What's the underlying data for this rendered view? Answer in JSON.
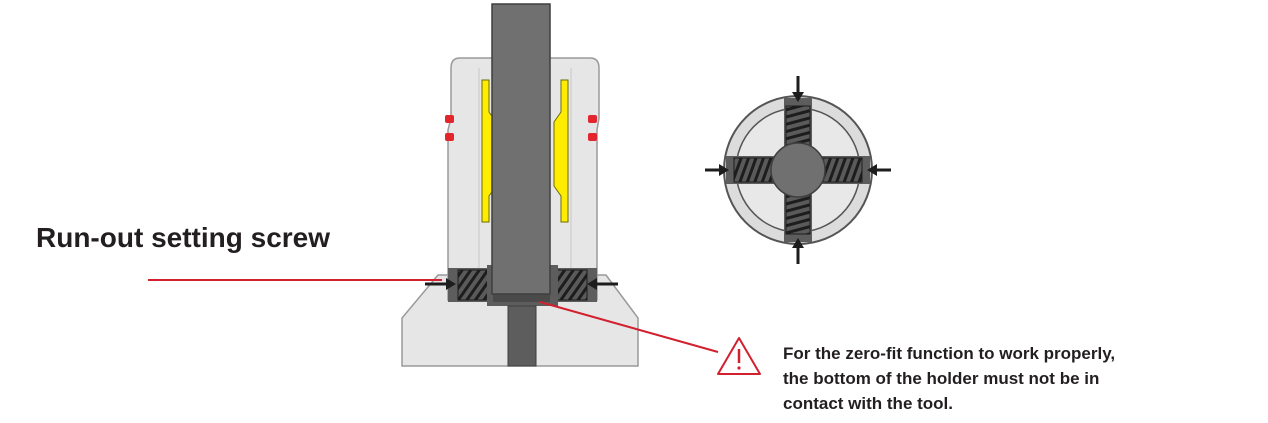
{
  "labels": {
    "runout_screw": "Run-out setting screw"
  },
  "warning": {
    "icon": "warning-triangle-icon",
    "lines": [
      "For the zero-fit function to work properly,",
      "the bottom of the holder must not be in",
      "contact with the tool."
    ]
  },
  "colors": {
    "leader_line": "#d2202f",
    "holder_body": "#e6e6e6",
    "tool_shank": "#707070",
    "clamp_insert": "#ffec00",
    "marker": "#e3262d",
    "screw_dark": "#3a3a3a",
    "text": "#231f20"
  }
}
